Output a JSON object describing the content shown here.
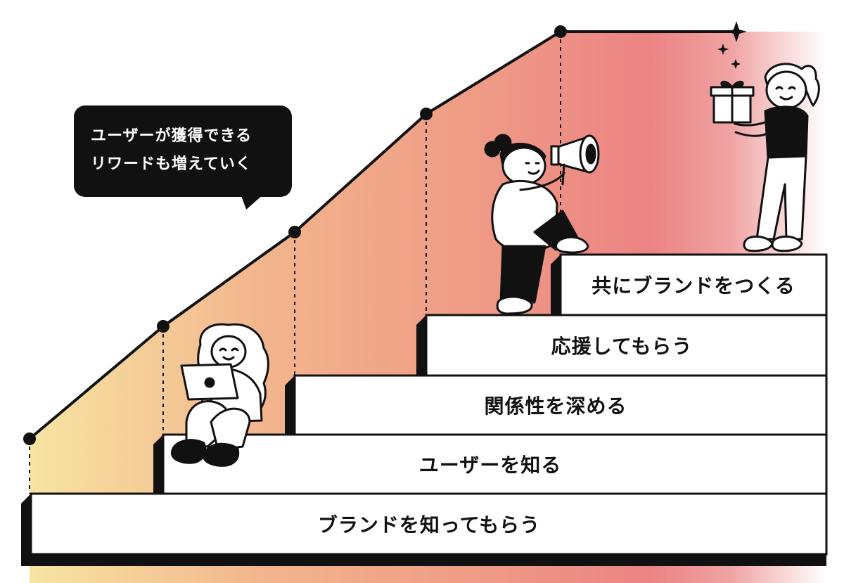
{
  "speech_bubble": {
    "lines": [
      "ユーザーが獲得できる",
      "リワードも増えていく"
    ]
  },
  "steps": [
    {
      "label": "ブランドを知ってもらう"
    },
    {
      "label": "ユーザーを知る"
    },
    {
      "label": "関係性を深める"
    },
    {
      "label": "応援してもらう"
    },
    {
      "label": "共にブランドをつくる"
    }
  ],
  "colors": {
    "gradient_start": "#f6dd9a",
    "gradient_mid": "#f0a08a",
    "gradient_peak": "#ee8585",
    "gradient_end": "#ffffff",
    "ink": "#111111",
    "step_fill": "#ffffff"
  },
  "figures": {
    "step2": "person-with-laptop-icon",
    "step4": "person-with-megaphone-icon",
    "step5": "person-with-gift-icon",
    "sparkles": "sparkle-icon"
  }
}
